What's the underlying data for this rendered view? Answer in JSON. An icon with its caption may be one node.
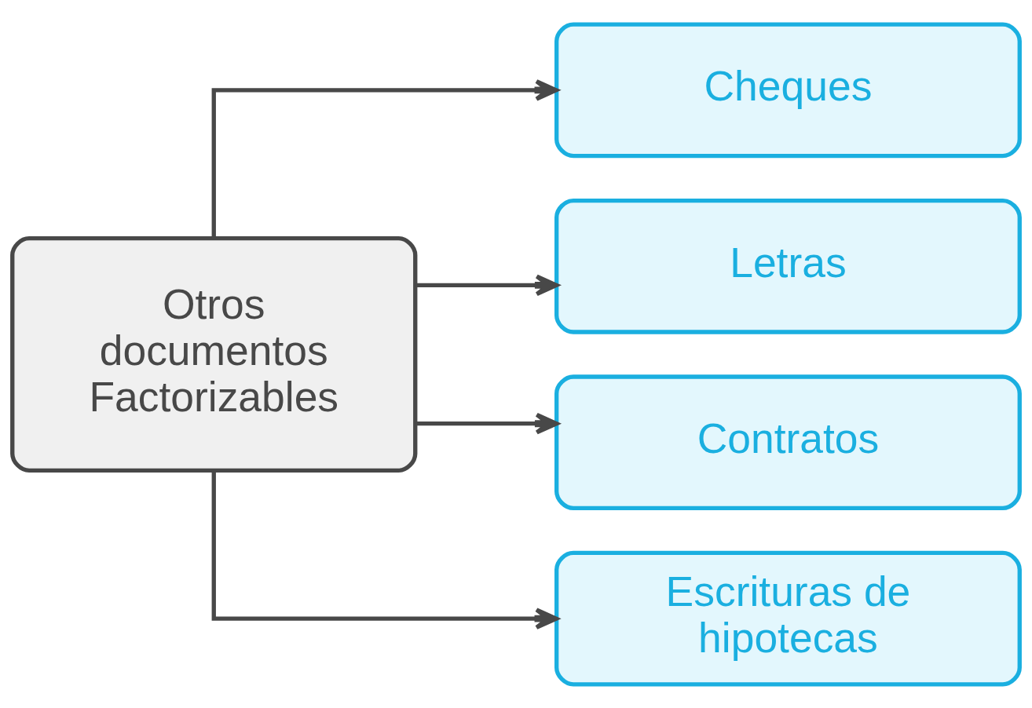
{
  "diagram": {
    "nodes": [
      {
        "text": [
          "Otros documentos Factorizables"
        ]
      },
      {
        "text": [
          "Cheques"
        ]
      },
      {
        "text": [
          "Letras"
        ]
      },
      {
        "text": [
          "Contratos"
        ]
      },
      {
        "text": [
          "Escrituras de hipotecas"
        ]
      }
    ],
    "edges": [
      {
        "from": 0,
        "to": 1,
        "arrow": "to"
      },
      {
        "from": 0,
        "to": 2,
        "arrow": "to"
      },
      {
        "from": 0,
        "to": 3,
        "arrow": "to"
      },
      {
        "from": 0,
        "to": 4,
        "arrow": "to"
      }
    ]
  }
}
